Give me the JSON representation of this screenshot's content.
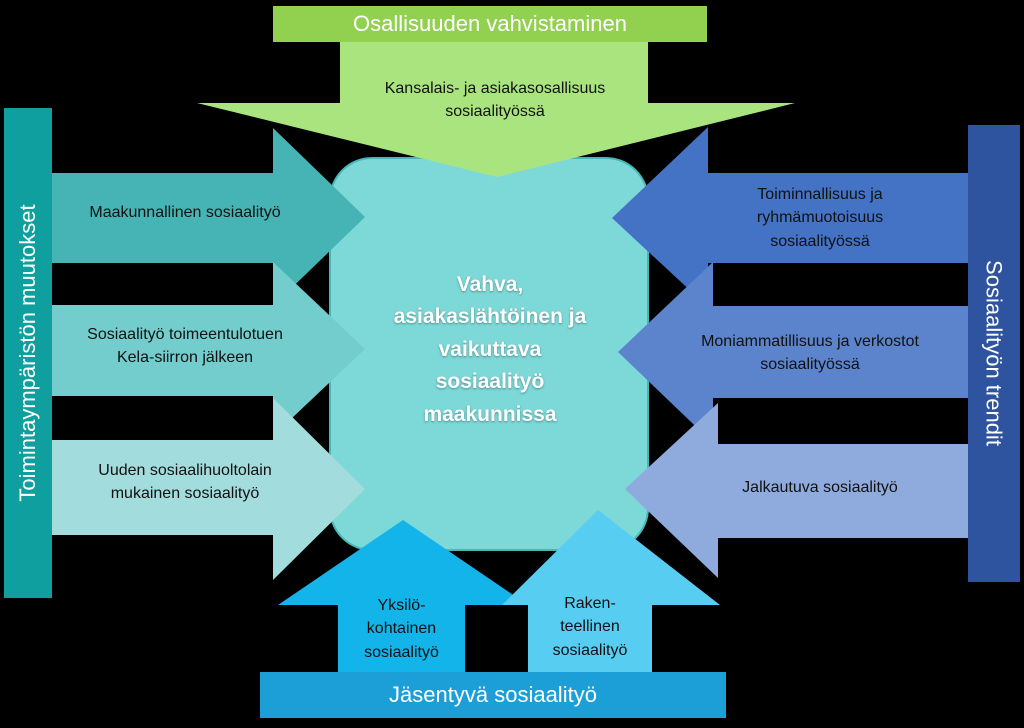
{
  "center": {
    "text": "Vahva,\nasiakaslähtöinen ja\nvaikuttava\nsosiaalityö\nmaakunnissa"
  },
  "top": {
    "title": "Osallisuuden vahvistaminen",
    "arrow_text": "Kansalais- ja asiakasosallisuus\nsosiaalityössä"
  },
  "left": {
    "title": "Toimintaympäristön muutokset",
    "arrows": [
      "Maakunnallinen sosiaalityö",
      "Sosiaalityö toimeentulotuen\nKela-siirron jälkeen",
      "Uuden sosiaalihuoltolain\nmukainen sosiaalityö"
    ]
  },
  "right": {
    "title": "Sosiaalityön trendit",
    "arrows": [
      "Toiminnallisuus ja\nryhmämuotoisuus\nsosiaalityössä",
      "Moniammatillisuus ja verkostot\nsosiaalityössä",
      "Jalkautuva sosiaalityö"
    ]
  },
  "bottom": {
    "title": "Jäsentyvä sosiaalityö",
    "arrows": [
      "Yksilö-\nkohtainen\nsosiaalityö",
      "Raken-\nteellinen\nsosiaalityö"
    ]
  },
  "colors": {
    "top_bar": "#92d050",
    "top_arrow": "#a9e47f",
    "center": "#7dd8d8",
    "left_bar": "#0f9f9f",
    "left_arrow_1": "#46b4b4",
    "left_arrow_2": "#73cdcd",
    "left_arrow_3": "#a3dcdc",
    "right_bar": "#2e54a0",
    "right_arrow_1": "#4472c4",
    "right_arrow_2": "#5b84cc",
    "right_arrow_3": "#8faadc",
    "bottom_bar": "#1c9ed6",
    "bottom_arrow_1": "#12b4ea",
    "bottom_arrow_2": "#58cdf2"
  }
}
